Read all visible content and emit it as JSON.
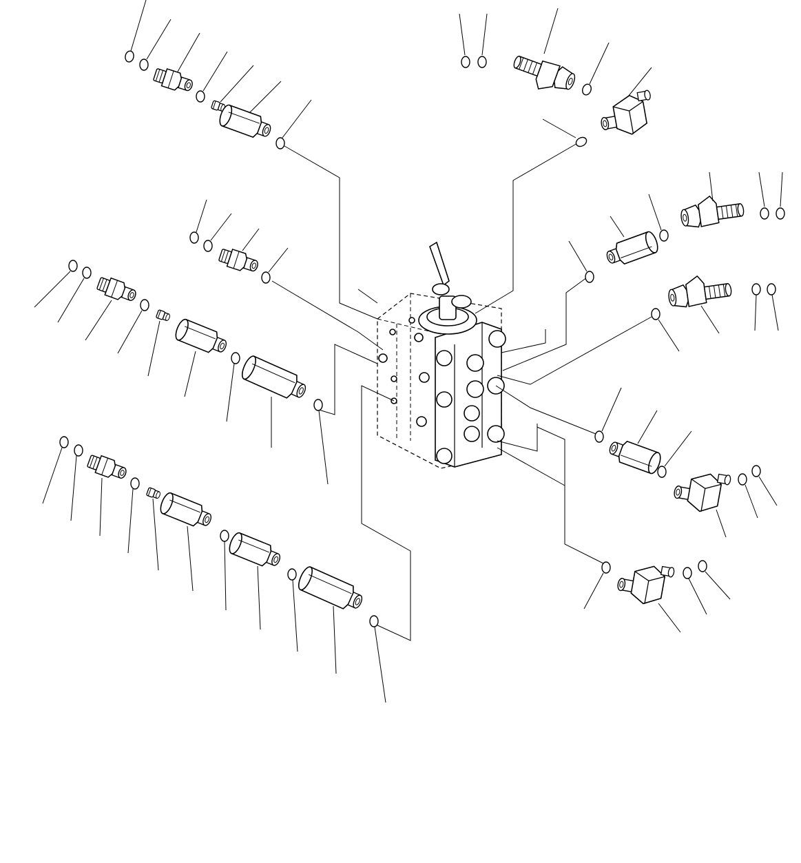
{
  "diagram": {
    "view": "exploded-isometric",
    "line_color": "#000000",
    "background": "#ffffff",
    "central_component": "control-valve-block",
    "part_groups": [
      {
        "name": "top-left-fittings",
        "parts": [
          "o-ring",
          "o-ring",
          "adapter-fitting",
          "o-ring",
          "plug",
          "connector-body",
          "o-ring"
        ]
      },
      {
        "name": "top-right-fittings",
        "parts": [
          "o-ring",
          "o-ring",
          "hose-nipple-elbow",
          "o-ring",
          "elbow-block",
          "o-ring"
        ]
      },
      {
        "name": "middle-left-fittings",
        "parts": [
          "o-ring",
          "o-ring",
          "adapter-fitting",
          "o-ring"
        ]
      },
      {
        "name": "left-row-1",
        "parts": [
          "o-ring",
          "o-ring",
          "adapter-fitting",
          "o-ring",
          "plug",
          "connector-body",
          "o-ring",
          "long-connector",
          "o-ring"
        ]
      },
      {
        "name": "left-row-2",
        "parts": [
          "o-ring",
          "o-ring",
          "adapter-fitting",
          "o-ring",
          "plug",
          "connector-body",
          "o-ring",
          "connector-body",
          "o-ring",
          "long-connector",
          "o-ring"
        ]
      },
      {
        "name": "right-upper-fittings",
        "parts": [
          "o-ring",
          "connector-body",
          "o-ring",
          "hose-nipple-elbow",
          "o-ring",
          "o-ring"
        ]
      },
      {
        "name": "right-middle-fittings",
        "parts": [
          "o-ring",
          "hose-nipple-elbow",
          "o-ring",
          "o-ring"
        ]
      },
      {
        "name": "right-lower-fittings",
        "parts": [
          "o-ring",
          "connector-body",
          "o-ring",
          "elbow-block",
          "o-ring",
          "o-ring"
        ]
      },
      {
        "name": "bottom-right-fittings",
        "parts": [
          "o-ring",
          "elbow-block",
          "o-ring",
          "o-ring"
        ]
      }
    ],
    "labels": []
  }
}
